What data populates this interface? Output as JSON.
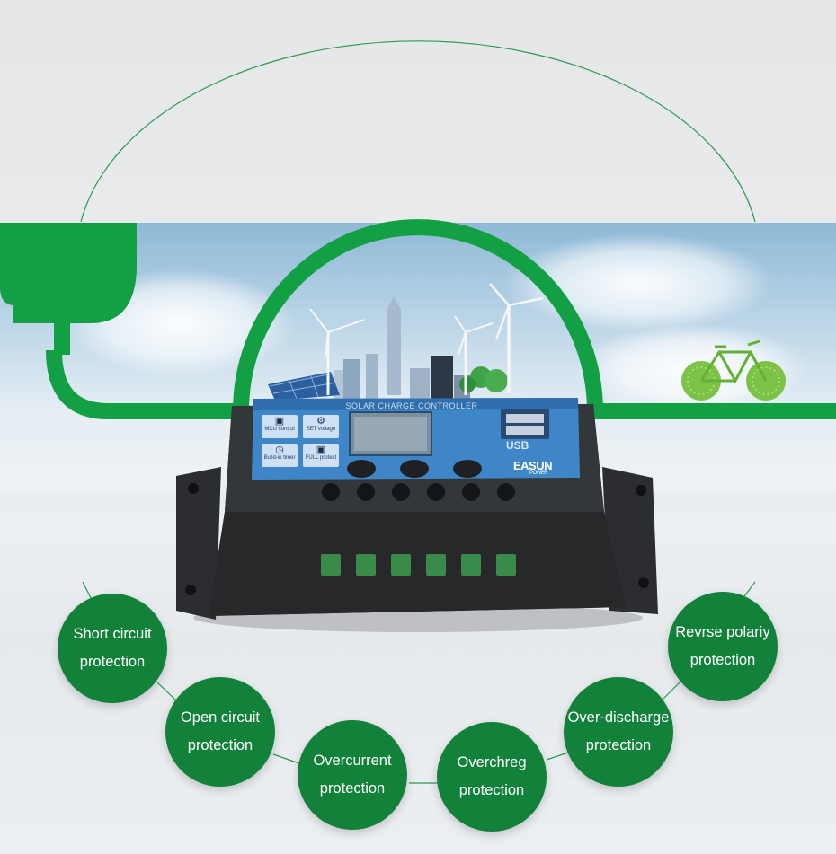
{
  "device": {
    "panel_title": "SOLAR CHARGE CONTROLLER",
    "usb_label": "USB",
    "brand": "EASUN",
    "brand_sub": "POWER",
    "icons": [
      {
        "icon": "mcu-icon",
        "label": "MCU control"
      },
      {
        "icon": "gear-icon",
        "label": "SET voltage"
      },
      {
        "icon": "clock-icon",
        "label": "Build-in timer"
      },
      {
        "icon": "lock-icon",
        "label": "FULL protect"
      }
    ]
  },
  "features": [
    {
      "line1": "Short circuit",
      "line2": "protection"
    },
    {
      "line1": "Open circuit",
      "line2": "protection"
    },
    {
      "line1": "Overcurrent",
      "line2": "protection"
    },
    {
      "line1": "Overchreg",
      "line2": "protection"
    },
    {
      "line1": "Over-discharge",
      "line2": "protection"
    },
    {
      "line1": "Revrse polariy",
      "line2": "protection"
    }
  ],
  "colors": {
    "brand_green": "#12813a",
    "line_green": "#13a045",
    "device_body": "#2a2c2f",
    "panel_blue": "#3f86c8"
  }
}
